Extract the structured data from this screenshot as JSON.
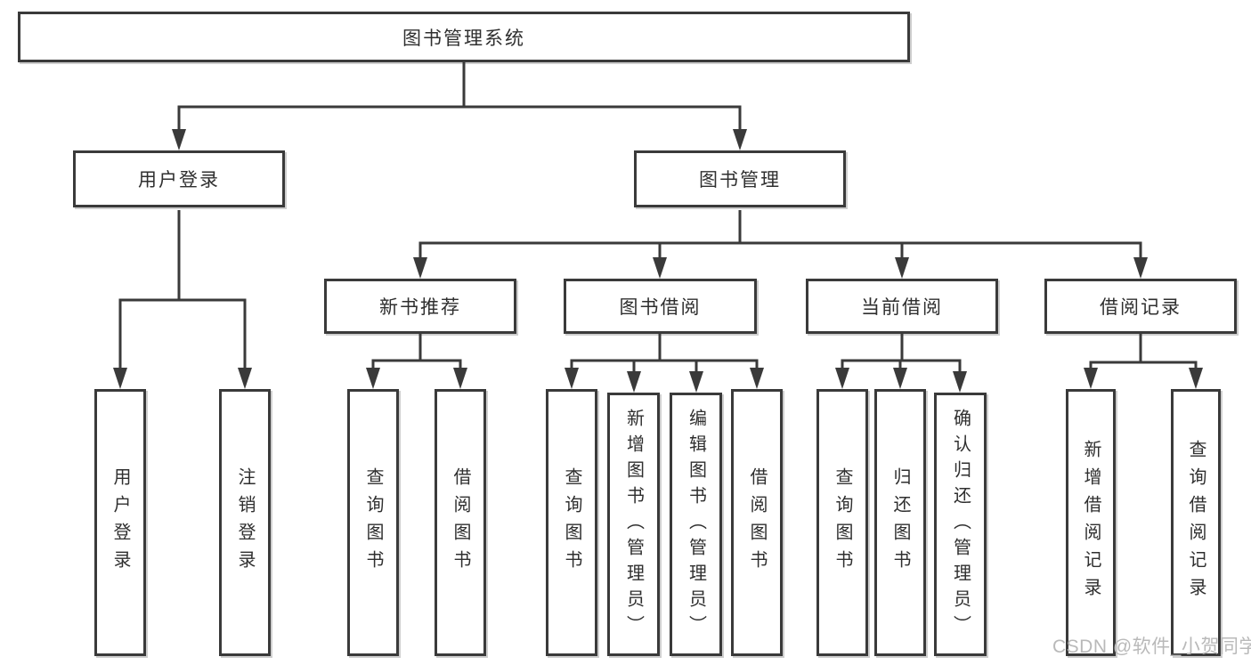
{
  "tree": {
    "root": "图书管理系统",
    "groups": [
      {
        "label": "用户登录",
        "leaves": [
          "用户登录",
          "注销登录"
        ]
      },
      {
        "label": "图书管理",
        "sections": [
          {
            "label": "新书推荐",
            "leaves": [
              "查询图书",
              "借阅图书"
            ]
          },
          {
            "label": "图书借阅",
            "leaves": [
              "查询图书",
              "新增图书（管理员）",
              "编辑图书（管理员）",
              "借阅图书"
            ]
          },
          {
            "label": "当前借阅",
            "leaves": [
              "查询图书",
              "归还图书",
              "确认归还（管理员）"
            ]
          },
          {
            "label": "借阅记录",
            "leaves": [
              "新增借阅记录",
              "查询借阅记录"
            ]
          }
        ]
      }
    ]
  },
  "watermark": "CSDN @软件_小贺同学",
  "colors": {
    "line": "#3a3a3a",
    "text": "#2f2f2f",
    "watermark": "#b9b9b9",
    "background": "#ffffff"
  }
}
